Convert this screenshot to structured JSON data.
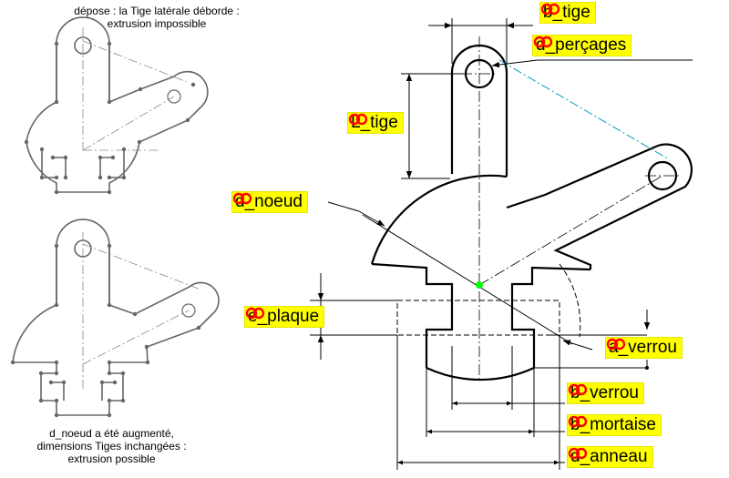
{
  "captions": {
    "top": "dépose : la Tige latérale déborde :\nextrusion impossible",
    "bottom": "d_noeud a été augmenté,\ndimensions Tiges inchangées :\nextrusion possible"
  },
  "parameters": {
    "b_tige": "b_tige",
    "d_percages": "d_perçages",
    "L_tige": "L_tige",
    "d_noeud": "d_noeud",
    "e_plaque": "e_plaque",
    "a_verrou": "a_verrou",
    "b_verrou": "b_verrou",
    "b_mortaise": "b_mortaise",
    "d_anneau": "d_anneau"
  },
  "icon": "linked-rings-icon",
  "colors": {
    "tag_background": "#ffff00",
    "icon": "#ff0000",
    "centerline": "#00a0c0",
    "center_point": "#00ff00"
  }
}
